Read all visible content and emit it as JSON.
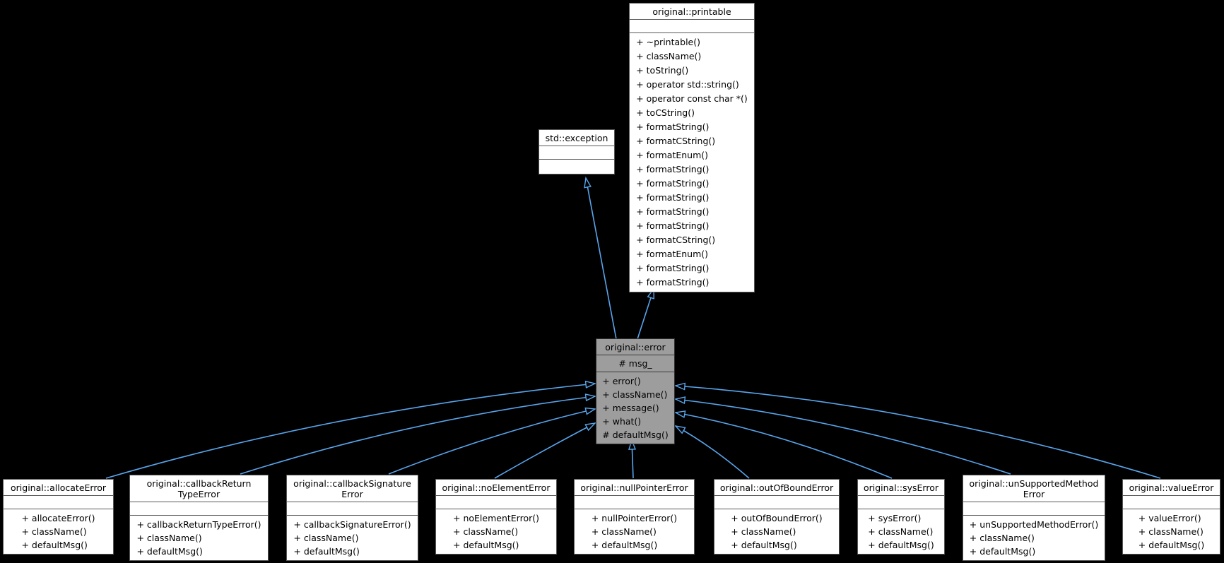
{
  "colors": {
    "background": "#000000",
    "edge_blue": "#58a5ec",
    "node_fill": "#ffffff",
    "selected_node_fill": "#9d9d9d",
    "node_border": "#595959"
  },
  "classes": {
    "std_exception": {
      "name": "std::exception",
      "attributes": [],
      "methods": []
    },
    "printable": {
      "name": "original::printable",
      "attributes": [],
      "methods": [
        "+ ~printable()",
        "+ className()",
        "+ toString()",
        "+ operator std::string()",
        "+ operator const char *()",
        "+ toCString()",
        "+ formatString()",
        "+ formatCString()",
        "+ formatEnum()",
        "+ formatString()",
        "+ formatString()",
        "+ formatString()",
        "+ formatString()",
        "+ formatString()",
        "+ formatCString()",
        "+ formatEnum()",
        "+ formatString()",
        "+ formatString()"
      ]
    },
    "error": {
      "name": "original::error",
      "attributes": [
        "# msg_"
      ],
      "methods": [
        "+ error()",
        "+ className()",
        "+ message()",
        "+ what()",
        "# defaultMsg()"
      ]
    },
    "subclasses": [
      {
        "name": "original::allocateError",
        "methods": [
          "+ allocateError()",
          "+ className()",
          "+ defaultMsg()"
        ]
      },
      {
        "name": "original::callbackReturn\nTypeError",
        "methods": [
          "+ callbackReturnTypeError()",
          "+ className()",
          "+ defaultMsg()"
        ]
      },
      {
        "name": "original::callbackSignature\nError",
        "methods": [
          "+ callbackSignatureError()",
          "+ className()",
          "+ defaultMsg()"
        ]
      },
      {
        "name": "original::noElementError",
        "methods": [
          "+ noElementError()",
          "+ className()",
          "+ defaultMsg()"
        ]
      },
      {
        "name": "original::nullPointerError",
        "methods": [
          "+ nullPointerError()",
          "+ className()",
          "+ defaultMsg()"
        ]
      },
      {
        "name": "original::outOfBoundError",
        "methods": [
          "+ outOfBoundError()",
          "+ className()",
          "+ defaultMsg()"
        ]
      },
      {
        "name": "original::sysError",
        "methods": [
          "+ sysError()",
          "+ className()",
          "+ defaultMsg()"
        ]
      },
      {
        "name": "original::unSupportedMethod\nError",
        "methods": [
          "+ unSupportedMethodError()",
          "+ className()",
          "+ defaultMsg()"
        ]
      },
      {
        "name": "original::valueError",
        "methods": [
          "+ valueError()",
          "+ className()",
          "+ defaultMsg()"
        ]
      }
    ]
  }
}
